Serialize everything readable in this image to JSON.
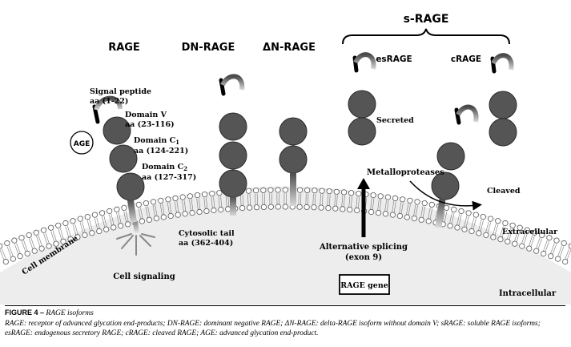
{
  "colors": {
    "domain_fill": "#555555",
    "domain_stroke": "#2a2a2a",
    "membrane_fill": "#ececec",
    "stalk_gradient_dark": "#4a4a4a",
    "stalk_gradient_light": "#d4d4d4",
    "text": "#000000"
  },
  "headers": {
    "rage": "RAGE",
    "dn_rage": "DN-RAGE",
    "delta_n_rage": "ΔN-RAGE",
    "s_rage": "s-RAGE",
    "es_rage": "esRAGE",
    "c_rage": "cRAGE"
  },
  "annotations": {
    "signal_peptide": "Signal peptide",
    "signal_peptide_aa": "aa (1-22)",
    "domain_v": "Domain V",
    "domain_v_aa": "aa (23-116)",
    "domain_c1_prefix": "Domain C",
    "domain_c1_sub": "1",
    "domain_c1_aa": "aa (124-221)",
    "domain_c2_prefix": "Domain C",
    "domain_c2_sub": "2",
    "domain_c2_aa": "aa (127-317)",
    "age": "AGE",
    "cytosolic_tail": "Cytosolic tail",
    "cytosolic_tail_aa": "aa (362-404)",
    "cell_membrane": "Cell membrane",
    "cell_signaling": "Cell signaling",
    "secreted": "Secreted",
    "metalloproteases": "Metalloproteases",
    "cleaved": "Cleaved",
    "extracellular": "Extracellular",
    "intracellular": "Intracellular",
    "alternative_splicing": "Alternative splicing",
    "exon": "(exon 9)",
    "rage_gene": "RAGE gene"
  },
  "caption": {
    "figure_label": "FIGURE 4 –",
    "figure_title": "RAGE isoforms",
    "line1": "RAGE: receptor of advanced glycation end-products; DN-RAGE: dominant negative RAGE; ΔN-RAGE: delta-RAGE isoform without domain V; sRAGE: soluble RAGE isoforms;",
    "line2": "esRAGE: endogenous secretory RAGE; cRAGE: cleaved RAGE; AGE: advanced glycation end-product."
  }
}
